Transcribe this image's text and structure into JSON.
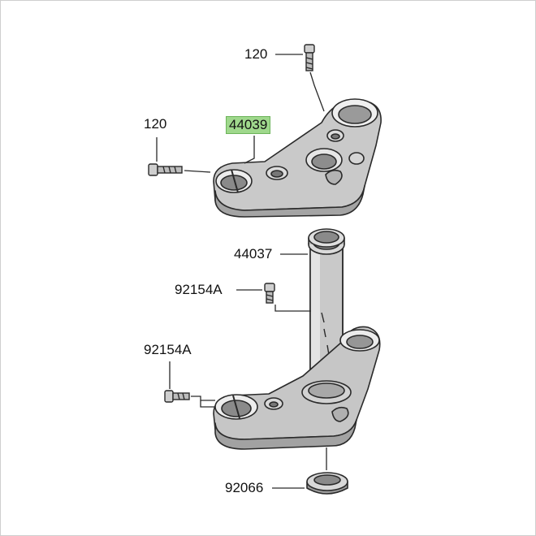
{
  "diagram": {
    "parts": [
      {
        "id": "bolt-top",
        "number": "120",
        "name": "top-bolt"
      },
      {
        "id": "bolt-left",
        "number": "120",
        "name": "left-bolt"
      },
      {
        "id": "upper-bracket",
        "number": "44039",
        "name": "upper-triple-clamp",
        "highlighted": true
      },
      {
        "id": "steering-stem",
        "number": "44037",
        "name": "steering-stem"
      },
      {
        "id": "bolt-mid",
        "number": "92154A",
        "name": "stem-bolt"
      },
      {
        "id": "bolt-lower",
        "number": "92154A",
        "name": "lower-bolt"
      },
      {
        "id": "seal",
        "number": "92066",
        "name": "stem-seal"
      }
    ],
    "colors": {
      "line": "#2a2a2a",
      "part_fill": "#c8c8c8",
      "part_shade": "#9a9a9a",
      "highlight": "#9fd88c"
    }
  }
}
